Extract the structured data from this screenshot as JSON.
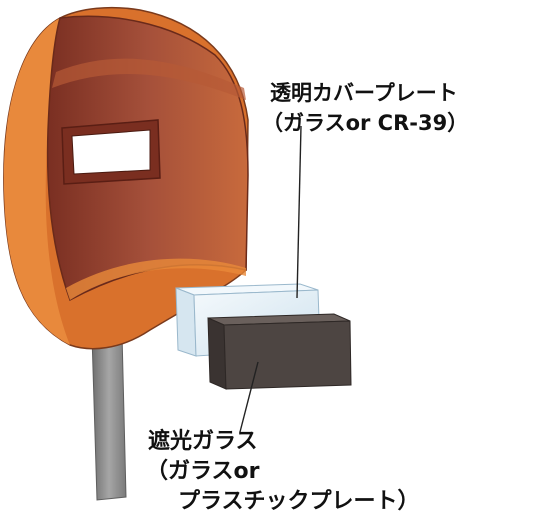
{
  "labels": {
    "cover_plate": {
      "line1": "透明カバープレート",
      "line2": "（ガラスor CR-39）"
    },
    "filter_glass": {
      "line1": "遮光ガラス",
      "line2": "（ガラスor",
      "line3": "プラスチックプレート）"
    }
  },
  "colors": {
    "shell_light": "#e88a3a",
    "shell_mid": "#c8692e",
    "shell_dark": "#8e3a28",
    "shell_edge": "#d9712c",
    "front_panel": "#9a4430",
    "handle": "#8c8c8c",
    "cover_plate": "#e6f1f8",
    "filter_glass": "#4d4542",
    "leader_line": "#222222"
  }
}
